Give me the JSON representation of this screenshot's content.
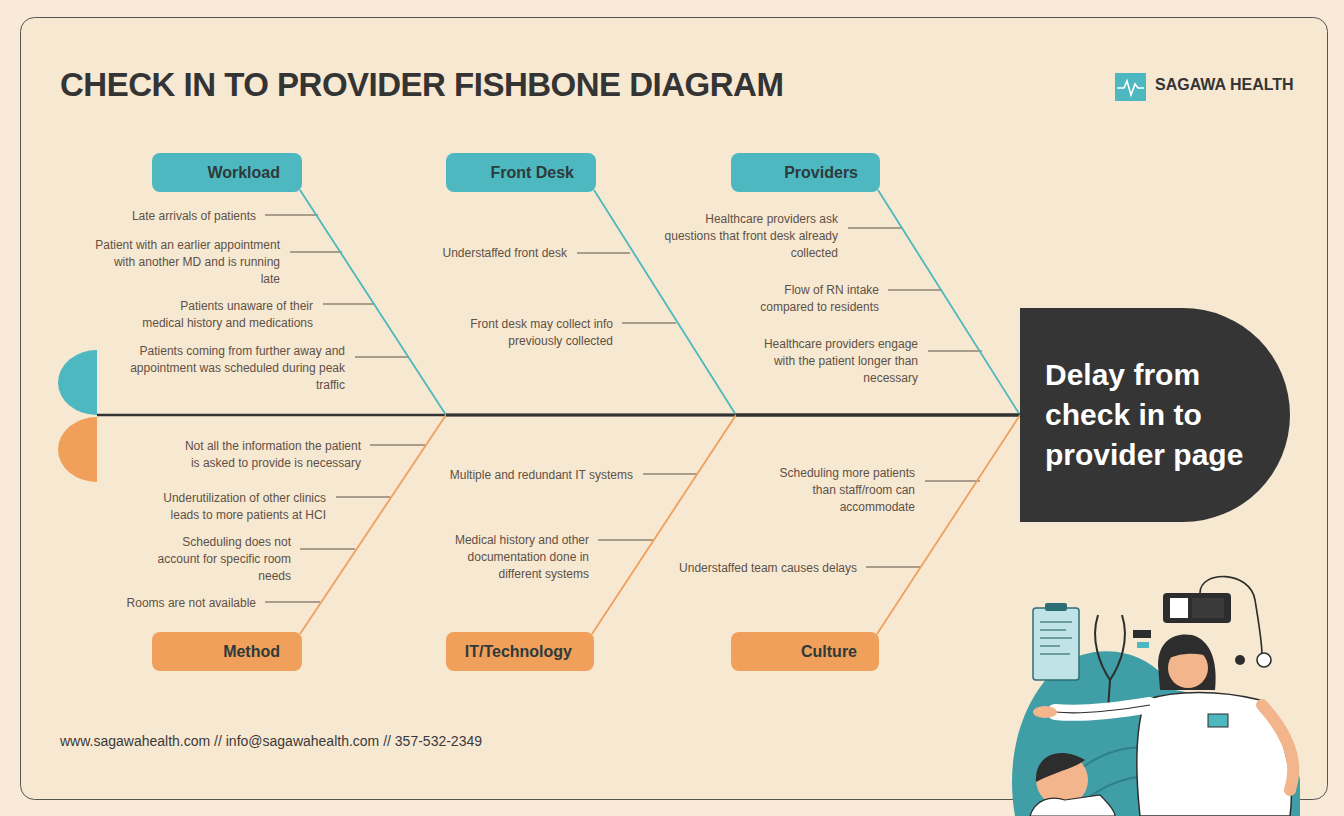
{
  "diagram": {
    "title": "CHECK IN TO PROVIDER FISHBONE DIAGRAM",
    "nodes": [
      {
        "text": [
          "Workload"
        ]
      },
      {
        "text": [
          "Front Desk"
        ]
      },
      {
        "text": [
          "Providers"
        ]
      },
      {
        "text": [
          "Delay from check in to provider page"
        ]
      },
      {
        "text": [
          "Method"
        ]
      },
      {
        "text": [
          "IT/Technology"
        ]
      },
      {
        "text": [
          "Culture"
        ]
      }
    ],
    "edges": [
      {
        "from": 0,
        "to": 3,
        "arrow": "none"
      },
      {
        "from": 1,
        "to": 3,
        "arrow": "none"
      },
      {
        "from": 2,
        "to": 3,
        "arrow": "none"
      },
      {
        "from": 4,
        "to": 3,
        "arrow": "none"
      },
      {
        "from": 5,
        "to": 3,
        "arrow": "none"
      },
      {
        "from": 6,
        "to": 3,
        "arrow": "none"
      }
    ],
    "labels": [
      "SAGAWA HEALTH",
      "Late arrivals of patients",
      "Patient with an earlier appointment with another MD and is running late",
      "Patients unaware of their medical history and medications",
      "Patients coming from further away and appointment was scheduled during peak traffic",
      "Understaffed front desk",
      "Front desk may collect info previously collected",
      "Healthcare providers ask questions that front desk already collected",
      "Flow of RN intake compared to residents",
      "Healthcare providers engage with the patient longer than necessary",
      "Not all the information the patient is asked to provide is necessary",
      "Underutilization of other clinics leads to more patients at HCI",
      "Scheduling does not account for specific room needs",
      "Rooms are not available",
      "Multiple and redundant IT systems",
      "Medical history and other documentation done in different systems",
      "Scheduling more patients than staff/room can accommodate",
      "Understaffed team causes delays",
      "www.sagawahealth.com // info@sagawahealth.com // 357-532-2349"
    ]
  }
}
